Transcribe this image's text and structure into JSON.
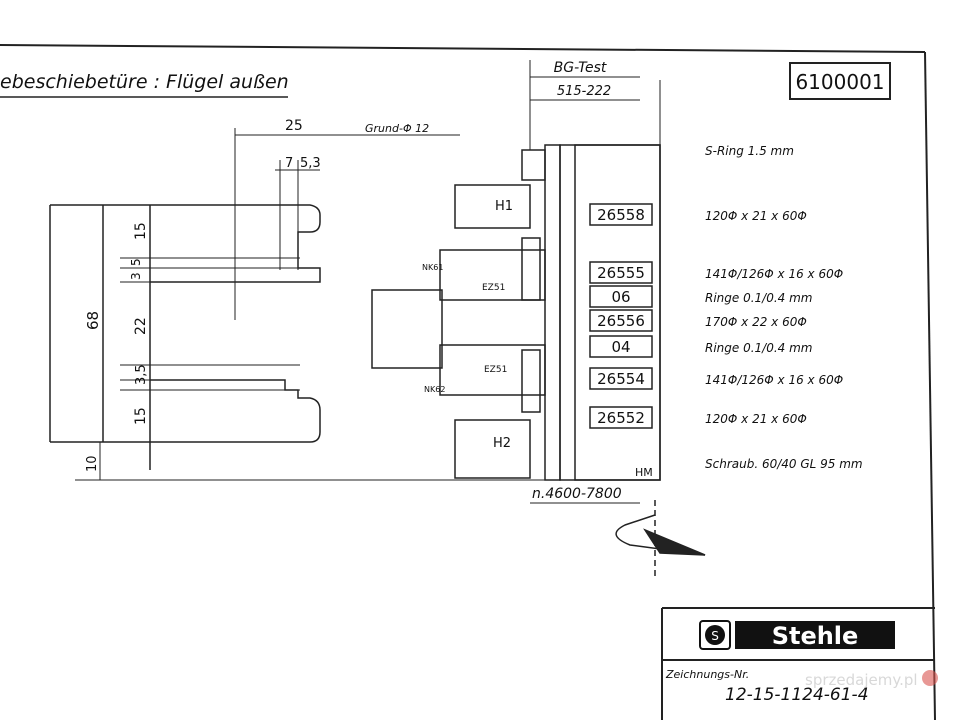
{
  "drawing": {
    "title": "ebeschiebetüre : Flügel außen",
    "number_box": "6100001",
    "machine": "BG-Test",
    "machine_code": "515-222",
    "bore_note": "Grund-Φ 12",
    "speed": "n.4600-7800",
    "hm": "HM",
    "drawing_number_label": "Zeichnungs-Nr.",
    "drawing_number": "12-15-1124-61-4",
    "logo_text": "Stehle",
    "watermark": "sprzedajemy.pl"
  },
  "dimensions": {
    "top_25": "25",
    "top_75": "7",
    "top_53": "5,3",
    "d15_top": "15",
    "d5": "5",
    "d3": "3",
    "d68": "68",
    "d22": "22",
    "d35": "3,5",
    "d15_bottom": "15",
    "d10": "10"
  },
  "tool_labels": {
    "h1": "H1",
    "h2": "H2",
    "nk1": "NK61",
    "nk2": "NK62",
    "ez1": "EZ51",
    "ez2": "EZ51"
  },
  "parts": [
    {
      "code": "",
      "desc": "S-Ring 1.5 mm"
    },
    {
      "code": "26558",
      "desc": "120Φ x 21 x 60Φ"
    },
    {
      "code": "26555",
      "desc": "141Φ/126Φ x 16 x 60Φ"
    },
    {
      "code": "06",
      "desc": "Ringe 0.1/0.4 mm"
    },
    {
      "code": "26556",
      "desc": "170Φ x 22 x 60Φ"
    },
    {
      "code": "04",
      "desc": "Ringe 0.1/0.4 mm"
    },
    {
      "code": "26554",
      "desc": "141Φ/126Φ x 16 x 60Φ"
    },
    {
      "code": "26552",
      "desc": "120Φ x 21 x 60Φ"
    },
    {
      "code": "",
      "desc": "Schraub. 60/40 GL 95 mm"
    }
  ]
}
